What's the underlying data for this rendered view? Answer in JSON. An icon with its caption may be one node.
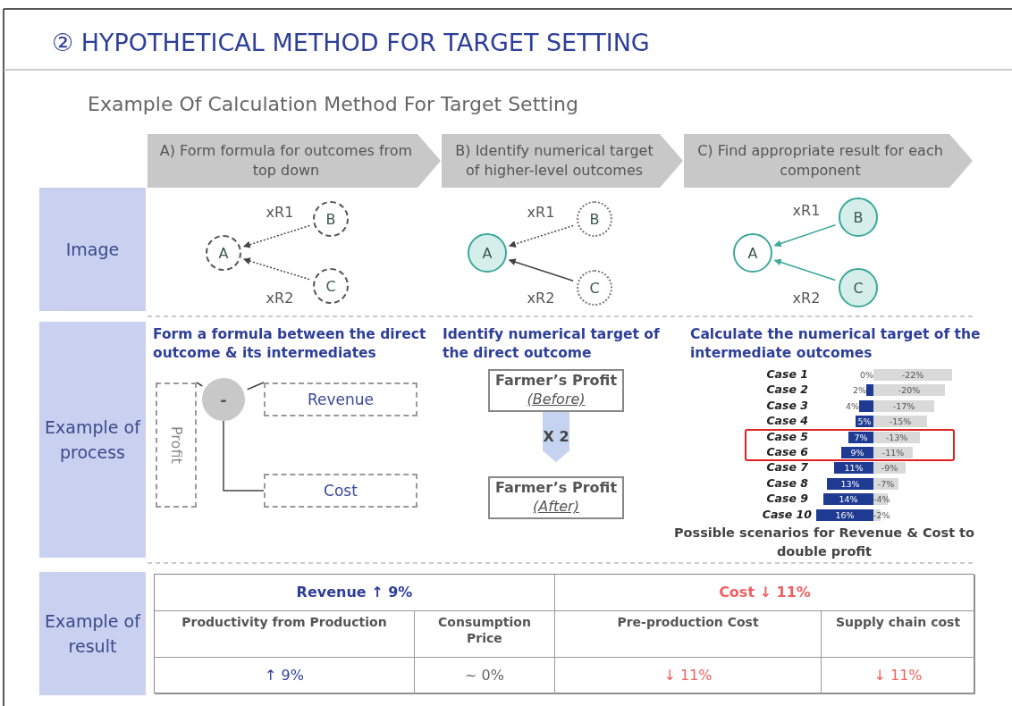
{
  "diagram": {
    "title": "② HYPOTHETICAL METHOD FOR TARGET SETTING",
    "nodes": [
      {
        "text": [
          "A) Form formula for outcomes from top down"
        ]
      },
      {
        "text": [
          "B) Identify numerical target of higher-level outcomes"
        ]
      },
      {
        "text": [
          "C) Find appropriate result for each component"
        ]
      },
      {
        "text": [
          "Image"
        ]
      },
      {
        "text": [
          "Example of process"
        ]
      },
      {
        "text": [
          "Example of result"
        ]
      },
      {
        "text": [
          "A"
        ]
      },
      {
        "text": [
          "B"
        ]
      },
      {
        "text": [
          "C"
        ]
      },
      {
        "text": [
          "A"
        ]
      },
      {
        "text": [
          "B"
        ]
      },
      {
        "text": [
          "C"
        ]
      },
      {
        "text": [
          "A"
        ]
      },
      {
        "text": [
          "B"
        ]
      },
      {
        "text": [
          "C"
        ]
      },
      {
        "text": [
          "Profit"
        ]
      },
      {
        "text": [
          "-"
        ]
      },
      {
        "text": [
          "Revenue"
        ]
      },
      {
        "text": [
          "Cost"
        ]
      },
      {
        "text": [
          "Farmer’s Profit",
          "(Before)"
        ]
      },
      {
        "text": [
          "Farmer’s Profit",
          "(After)"
        ]
      }
    ],
    "edges": [
      {
        "from": 7,
        "to": 6,
        "arrow": "to",
        "label": "xR1",
        "style": "dashed"
      },
      {
        "from": 8,
        "to": 6,
        "arrow": "to",
        "label": "xR2",
        "style": "dashed"
      },
      {
        "from": 10,
        "to": 9,
        "arrow": "to",
        "label": "xR1",
        "style": "dashed"
      },
      {
        "from": 11,
        "to": 9,
        "arrow": "to",
        "label": "xR2"
      },
      {
        "from": 13,
        "to": 12,
        "arrow": "to",
        "label": "xR1",
        "color": "#3aa89a"
      },
      {
        "from": 14,
        "to": 12,
        "arrow": "to",
        "label": "xR2",
        "color": "#3aa89a"
      },
      {
        "from": 15,
        "to": 16,
        "arrow": "none"
      },
      {
        "from": 16,
        "to": 17,
        "arrow": "none"
      },
      {
        "from": 16,
        "to": 18,
        "arrow": "none"
      },
      {
        "from": 19,
        "to": 20,
        "arrow": "to",
        "label": "X 2",
        "style": "thick",
        "color": "#c5d3f0"
      }
    ],
    "labels": [
      "Example Of Calculation Method For Target Setting",
      "Form a formula between the direct outcome & its intermediates",
      "Identify numerical target of the direct outcome",
      "Calculate the numerical target of the intermediate outcomes",
      "Revenue ↑ 9%",
      "Cost ↓ 11%",
      "Productivity from Production",
      "Consumption Price",
      "Pre-production Cost",
      "Supply chain cost",
      "↑ 9%",
      "~ 0%",
      "↓ 11%",
      "↓ 11%"
    ],
    "chart_data": {
      "type": "bar",
      "orientation": "horizontal",
      "stacked": true,
      "title": "Possible scenarios for Revenue & Cost to double profit",
      "categories": [
        "Case 1",
        "Case 2",
        "Case 3",
        "Case 4",
        "Case 5",
        "Case 6",
        "Case 7",
        "Case 8",
        "Case 9",
        "Case 10"
      ],
      "series": [
        {
          "color": "#1f3a93",
          "values": [
            0,
            2,
            4,
            5,
            7,
            9,
            11,
            13,
            14,
            16
          ],
          "value_labels": [
            "0%",
            "2%",
            "4%",
            "5%",
            "7%",
            "9%",
            "11%",
            "13%",
            "14%",
            "16%"
          ]
        },
        {
          "color": "#d9d9d9",
          "values": [
            -22,
            -20,
            -17,
            -15,
            -13,
            -11,
            -9,
            -7,
            -4,
            -2
          ],
          "value_labels": [
            "-22%",
            "-20%",
            "-17%",
            "-15%",
            "-13%",
            "-11%",
            "-9%",
            "-7%",
            "-4%",
            "-2%"
          ]
        }
      ]
    }
  }
}
